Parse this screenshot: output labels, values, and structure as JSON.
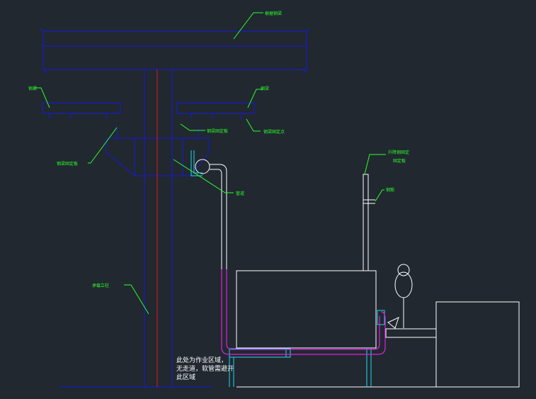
{
  "colors": {
    "background": "#212830",
    "structure": "#1818e0",
    "axis": "#e01818",
    "pipe": "#ffffff",
    "hose": "#e020e0",
    "support": "#20d8e8",
    "leader": "#2bff2b",
    "label": "#2bff2b",
    "note": "#ffffff"
  },
  "labels": {
    "top_right": "根据钢梁",
    "left_upper": "钢梁",
    "right_upper": "钢梁",
    "center_mid": "钢梁固定板",
    "right_mid": "钢梁固定点",
    "left_mid": "钢梁固定板",
    "pipe_label": "管道",
    "column_label": "承载立柱",
    "tall_pipe_line1": "升降钢固定",
    "tall_pipe_line2": "固定板",
    "tall_pipe_bracket": "钢筋"
  },
  "note": {
    "line1": "此处为作业区域，",
    "line2": "无走道，软管需避开",
    "line3": "此区域"
  }
}
